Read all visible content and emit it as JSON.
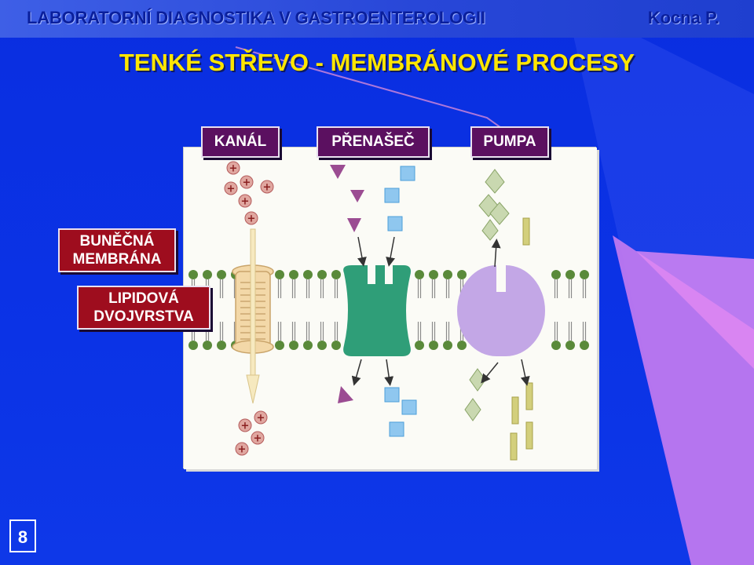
{
  "header": {
    "title": "LABORATORNÍ DIAGNOSTIKA V GASTROENTEROLOGII",
    "author": "Kocna P."
  },
  "slide": {
    "title": "TENKÉ STŘEVO -  MEMBRÁNOVÉ PROCESY",
    "page_number": "8"
  },
  "labels": {
    "channel": "KANÁL",
    "carrier": "PŘENAŠEČ",
    "pump": "PUMPA",
    "membrane_line1": "BUNĚČNÁ",
    "membrane_line2": "MEMBRÁNA",
    "bilayer_line1": "LIPIDOVÁ",
    "bilayer_line2": "DVOJVRSTVA"
  },
  "colors": {
    "background": "#0b33e6",
    "title": "#ffe600",
    "label_purple": "#5b1060",
    "label_red": "#9e0d1e",
    "carrier_protein": "#2f9e78",
    "pump_protein": "#c3a7e6",
    "channel": "#f3d8a8"
  }
}
